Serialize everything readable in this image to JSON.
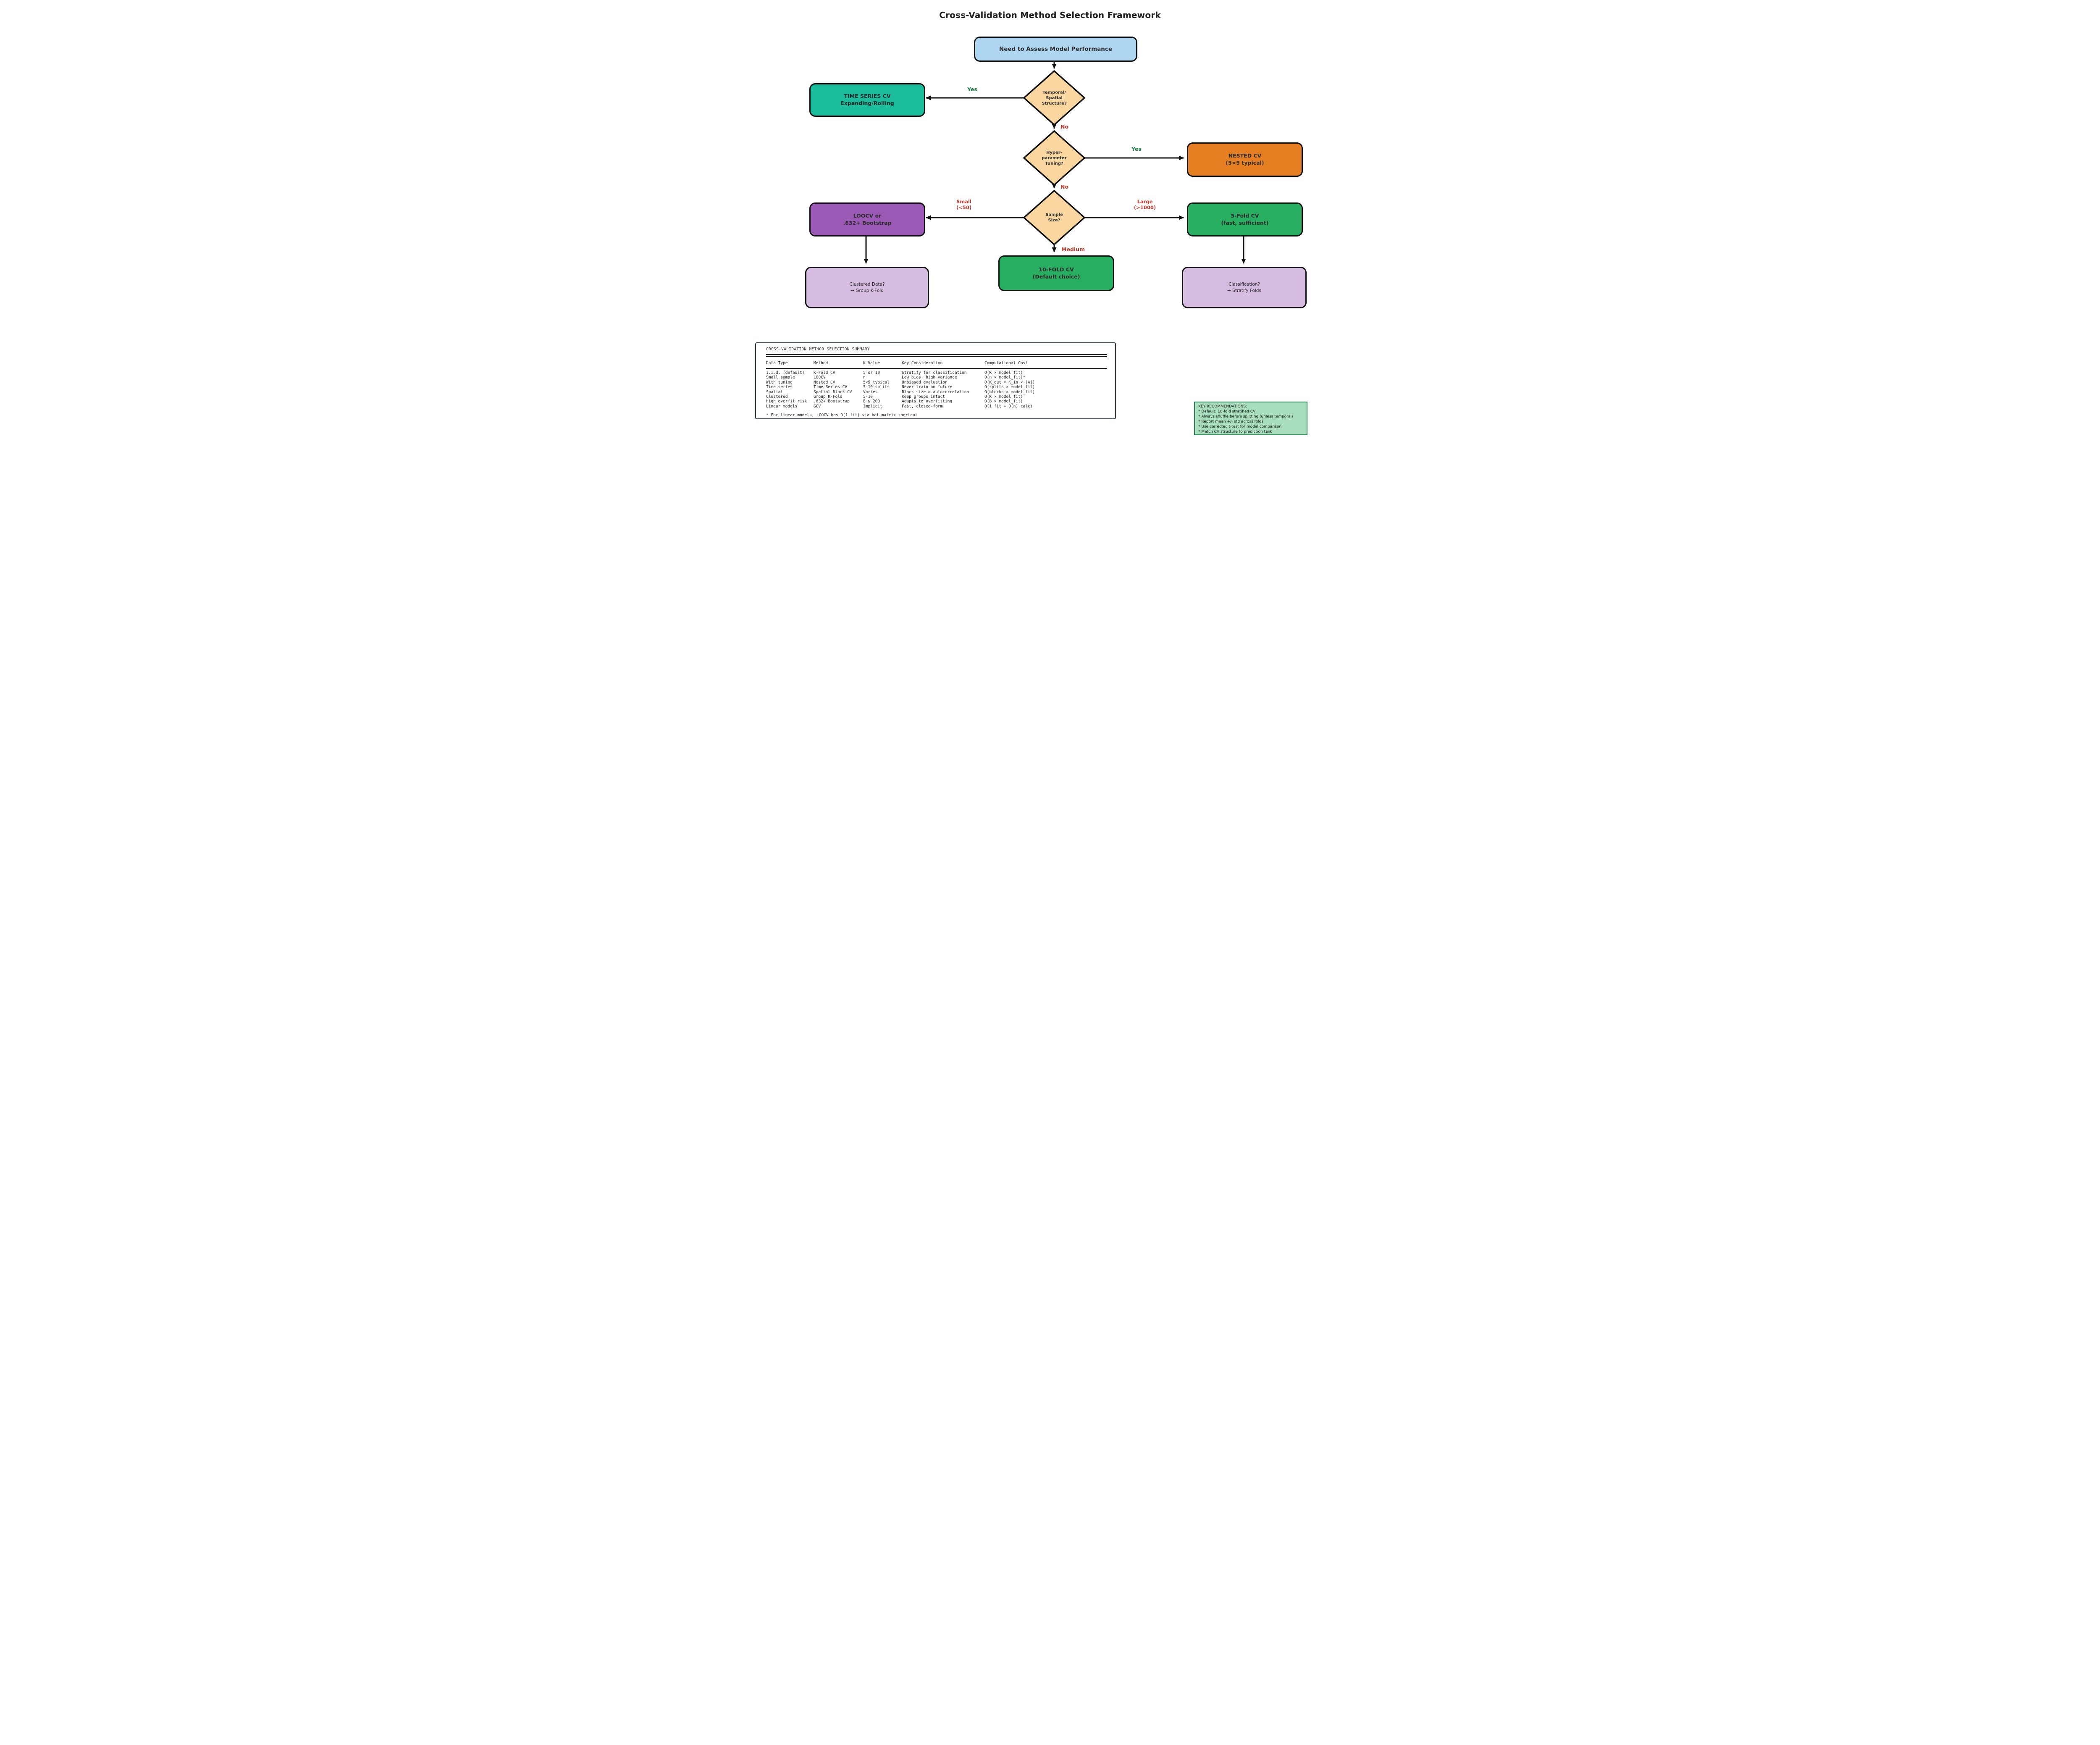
{
  "title": "Cross-Validation Method Selection Framework",
  "flowchart": {
    "start": "Need to Assess Model Performance",
    "diamonds": {
      "temporal_spatial": "Temporal/\nSpatial\nStructure?",
      "hyperparameter": "Hyper-\nparameter\nTuning?",
      "sample_size": "Sample\nSize?"
    },
    "branch_labels": {
      "yes_left": "Yes",
      "yes_right": "Yes",
      "no_1": "No",
      "no_2": "No",
      "small": "Small\n(<50)",
      "large": "Large\n(>1000)",
      "medium": "Medium"
    },
    "boxes": {
      "time_series": "TIME SERIES CV\nExpanding/Rolling",
      "nested": "NESTED CV\n(5×5 typical)",
      "loocv": "LOOCV or\n.632+ Bootstrap",
      "five_fold": "5-Fold CV\n(fast, sufficient)",
      "ten_fold": "10-FOLD CV\n(Default choice)",
      "clustered": "Clustered Data?\n→ Group K-Fold",
      "classification": "Classification?\n→ Stratify Folds"
    }
  },
  "table": {
    "title": "CROSS-VALIDATION METHOD SELECTION SUMMARY",
    "headers": [
      "Data Type",
      "Method",
      "K Value",
      "Key Consideration",
      "Computational Cost"
    ],
    "rows": [
      [
        "i.i.d. (default)",
        "K-Fold CV",
        "5 or 10",
        "Stratify for classification",
        "O(K × model_fit)"
      ],
      [
        "Small sample",
        "LOOCV",
        "n",
        "Low bias, high variance",
        "O(n × model_fit)*"
      ],
      [
        "With tuning",
        "Nested CV",
        "5×5 typical",
        "Unbiased evaluation",
        "O(K_out × K_in × |Λ|)"
      ],
      [
        "Time series",
        "Time Series CV",
        "5-10 splits",
        "Never train on future",
        "O(splits × model_fit)"
      ],
      [
        "Spatial",
        "Spatial Block CV",
        "Varies",
        "Block size > autocorrelation",
        "O(blocks × model_fit)"
      ],
      [
        "Clustered",
        "Group K-Fold",
        "5-10",
        "Keep groups intact",
        "O(K × model_fit)"
      ],
      [
        "High overfit risk",
        ".632+ Bootstrap",
        "B ≥ 200",
        "Adapts to overfitting",
        "O(B × model_fit)"
      ],
      [
        "Linear models",
        "GCV",
        "Implicit",
        "Fast, closed-form",
        "O(1 fit + O(n) calc)"
      ]
    ],
    "footnote": "* For linear models, LOOCV has O(1 fit) via hat matrix shortcut"
  },
  "recommendations": {
    "title": "KEY RECOMMENDATIONS:",
    "items": [
      "* Default: 10-fold stratified CV",
      "* Always shuffle before splitting (unless temporal)",
      "* Report mean +/- std across folds",
      "* Use corrected t-test for model comparison",
      "* Match CV structure to prediction task"
    ]
  },
  "colors": {
    "start_box": "#AED6F1",
    "diamond": "#FAD7A0",
    "time_series_box": "#1ABC9C",
    "nested_box": "#E67E22",
    "loocv_box": "#9B59B6",
    "green_box": "#27AE60",
    "note_box": "#D7BDE2",
    "recommendation_box": "#A9DFBF",
    "yes_label": "#1E8449",
    "no_label": "#C0392B",
    "table_border": "#2C3E50"
  }
}
